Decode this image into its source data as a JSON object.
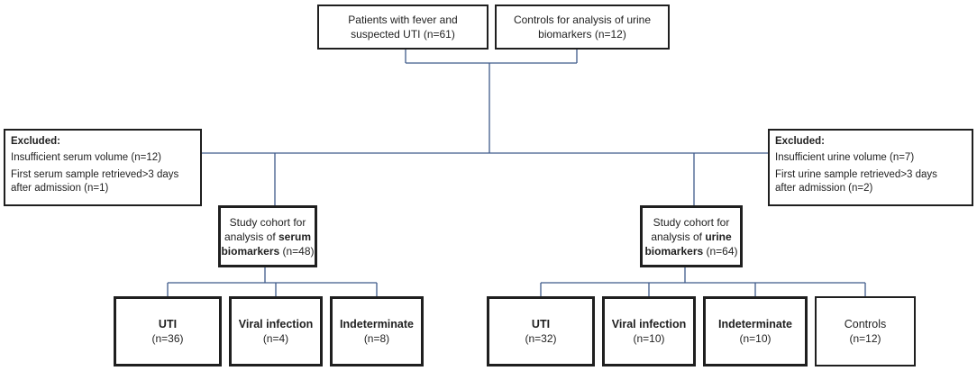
{
  "colors": {
    "line": "#3f5a8a",
    "border": "#1f1f1f",
    "text": "#1f1f1f"
  },
  "top": {
    "patients": [
      "Patients with fever and",
      "suspected UTI (n=61)"
    ],
    "controls": [
      "Controls for analysis of urine",
      "biomarkers (n=12)"
    ]
  },
  "excluded_left": {
    "heading": "Excluded:",
    "line1": "Insufficient serum volume (n=12)",
    "line2a": "First serum sample retrieved>3 days",
    "line2b": "after admission (n=1)"
  },
  "excluded_right": {
    "heading": "Excluded:",
    "line1": "Insufficient urine volume (n=7)",
    "line2a": "First urine sample retrieved>3 days",
    "line2b": "after admission (n=2)"
  },
  "serum_cohort": {
    "l1": "Study cohort for",
    "l2_pre": "analysis of ",
    "l2_bold": "serum",
    "l3_bold": "biomarkers",
    "l3_post": " (n=48)"
  },
  "urine_cohort": {
    "l1": "Study cohort for",
    "l2_pre": "analysis of ",
    "l2_bold": "urine",
    "l3_bold": "biomarkers",
    "l3_post": " (n=64)"
  },
  "serum_groups": [
    {
      "label": "UTI",
      "n": "(n=36)"
    },
    {
      "label": "Viral infection",
      "n": "(n=4)"
    },
    {
      "label": "Indeterminate",
      "n": "(n=8)"
    }
  ],
  "urine_groups": [
    {
      "label": "UTI",
      "n": "(n=32)"
    },
    {
      "label": "Viral infection",
      "n": "(n=10)"
    },
    {
      "label": "Indeterminate",
      "n": "(n=10)"
    },
    {
      "label": "Controls",
      "n": "(n=12)"
    }
  ]
}
